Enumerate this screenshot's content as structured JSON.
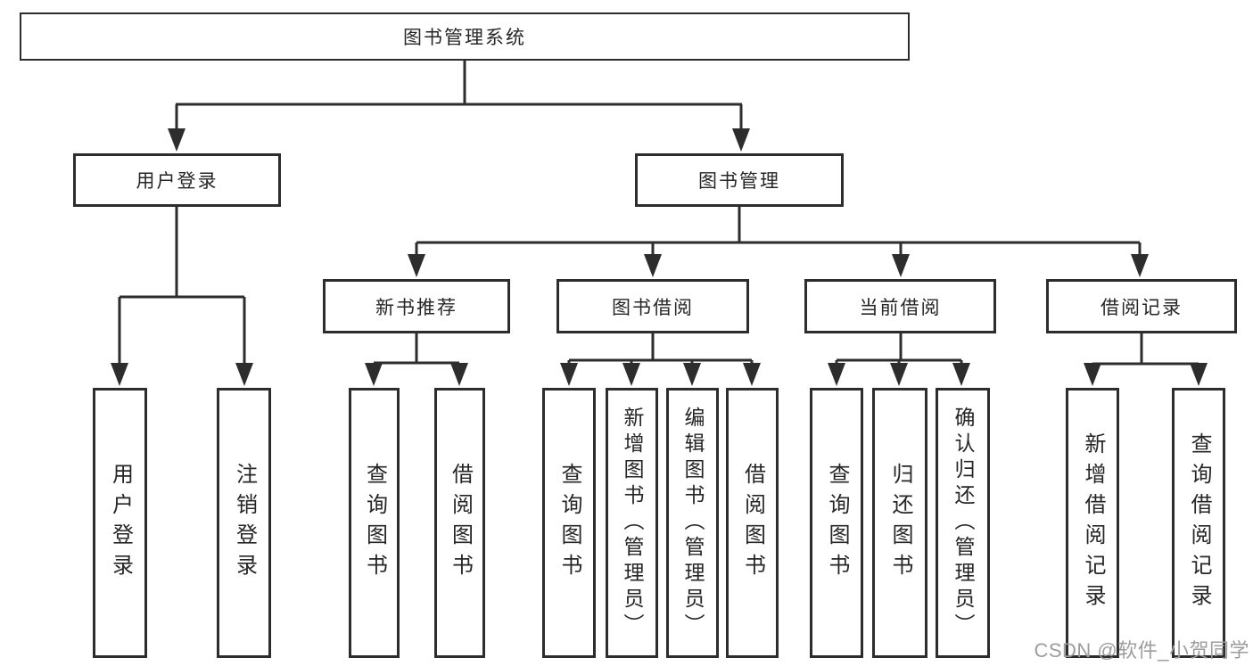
{
  "tree": {
    "label": "图书管理系统",
    "children": [
      {
        "label": "用户登录",
        "children": [
          {
            "label": "用户登录"
          },
          {
            "label": "注销登录"
          }
        ]
      },
      {
        "label": "图书管理",
        "children": [
          {
            "label": "新书推荐",
            "children": [
              {
                "label": "查询图书"
              },
              {
                "label": "借阅图书"
              }
            ]
          },
          {
            "label": "图书借阅",
            "children": [
              {
                "label": "查询图书"
              },
              {
                "label": "新增图书（管理员）"
              },
              {
                "label": "编辑图书（管理员）"
              },
              {
                "label": "借阅图书"
              }
            ]
          },
          {
            "label": "当前借阅",
            "children": [
              {
                "label": "查询图书"
              },
              {
                "label": "归还图书"
              },
              {
                "label": "确认归还（管理员）"
              }
            ]
          },
          {
            "label": "借阅记录",
            "children": [
              {
                "label": "新增借阅记录"
              },
              {
                "label": "查询借阅记录"
              }
            ]
          }
        ]
      }
    ]
  },
  "watermark": {
    "text": "CSDN @软件_小贺同学"
  },
  "colors": {
    "line": "#2d2d2d",
    "box_border": "#2d2d2d",
    "text": "#262626",
    "background": "#ffffff",
    "watermark": "#9d9d9d"
  }
}
